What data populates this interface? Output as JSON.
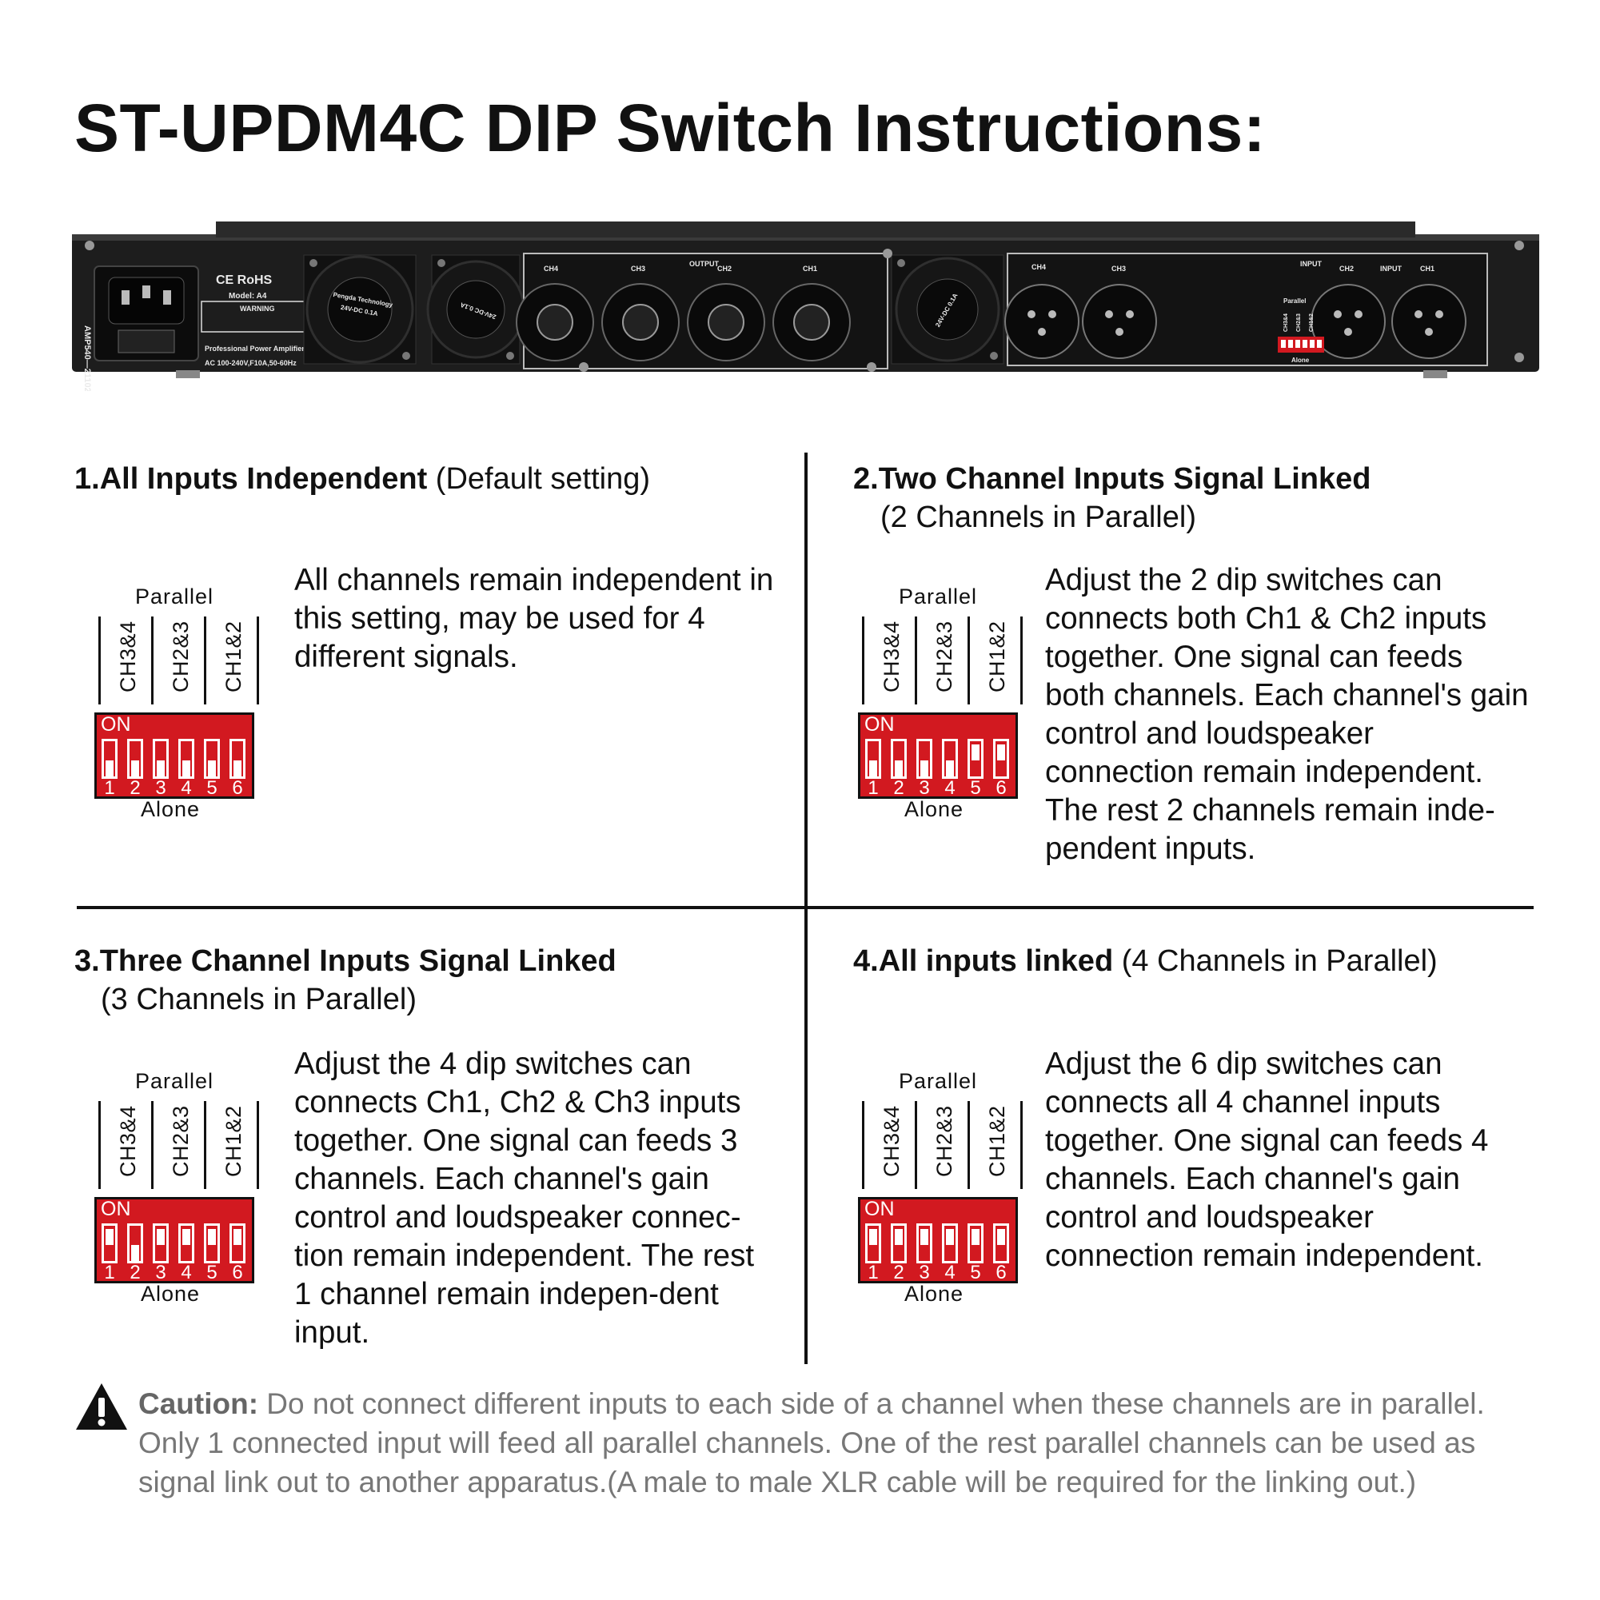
{
  "title": "ST-UPDM4C DIP Switch Instructions:",
  "panel": {
    "side_label": "AMP540—211028",
    "cert": "CE RoHS",
    "model": "Model: A4",
    "warning": "WARNING",
    "product": "Professional Power Amplifier",
    "power": "AC 100-240V,F10A,50-60Hz",
    "fan_brand": "Pengda Technology",
    "fan_spec": "24V-DC 0.1A",
    "output_label": "OUTPUT",
    "input_label": "INPUT",
    "parallel_label": "Parallel",
    "alone_label": "Alone",
    "output_channels": [
      "CH4",
      "CH3",
      "CH2",
      "CH1"
    ],
    "input_channels": [
      "CH4",
      "CH3",
      "CH2",
      "CH1"
    ],
    "dip_labels": [
      "CH3&4",
      "CH2&3",
      "CH1&2"
    ]
  },
  "dip_common": {
    "parallel": "Parallel",
    "alone": "Alone",
    "on": "ON",
    "channels": [
      "CH3&4",
      "CH2&3",
      "CH1&2"
    ],
    "numbers": [
      "1",
      "2",
      "3",
      "4",
      "5",
      "6"
    ]
  },
  "sections": [
    {
      "heading_bold": "1.All Inputs Independent",
      "heading_rest": " (Default setting)",
      "subheading": "",
      "body": "All channels remain independent in this setting, may be used for 4 different signals.",
      "switch_up": [
        false,
        false,
        false,
        false,
        false,
        false
      ]
    },
    {
      "heading_bold": "2.Two Channel Inputs Signal Linked",
      "heading_rest": "",
      "subheading": "(2 Channels in Parallel)",
      "body": "Adjust the 2 dip switches can connects both Ch1 & Ch2 inputs together. One signal can feeds both channels. Each channel's gain control and loudspeaker connection remain independent. The rest 2 channels remain inde-pendent inputs.",
      "switch_up": [
        false,
        false,
        false,
        false,
        true,
        true
      ]
    },
    {
      "heading_bold": "3.Three Channel Inputs Signal Linked",
      "heading_rest": "",
      "subheading": "(3 Channels in Parallel)",
      "body": "Adjust the 4 dip switches can connects Ch1, Ch2 & Ch3 inputs together. One signal can feeds 3 channels. Each channel's gain control and loudspeaker connec-tion remain independent. The rest 1 channel remain indepen-dent input.",
      "switch_up": [
        true,
        false,
        true,
        true,
        true,
        true
      ]
    },
    {
      "heading_bold": "4.All inputs linked",
      "heading_rest": " (4 Channels in Parallel)",
      "subheading": "",
      "body": "Adjust the 6 dip switches can connects all 4 channel inputs together. One signal can feeds 4 channels. Each channel's gain control and loudspeaker connection remain independent.",
      "switch_up": [
        true,
        true,
        true,
        true,
        true,
        true
      ]
    }
  ],
  "caution": {
    "label": "Caution:",
    "text": " Do not connect different inputs to each side of a channel when these channels are in parallel. Only 1 connected input will feed all parallel channels. One of the rest parallel channels can be used as signal link out to another apparatus.(A male to male XLR cable will be required for the linking out.)"
  }
}
